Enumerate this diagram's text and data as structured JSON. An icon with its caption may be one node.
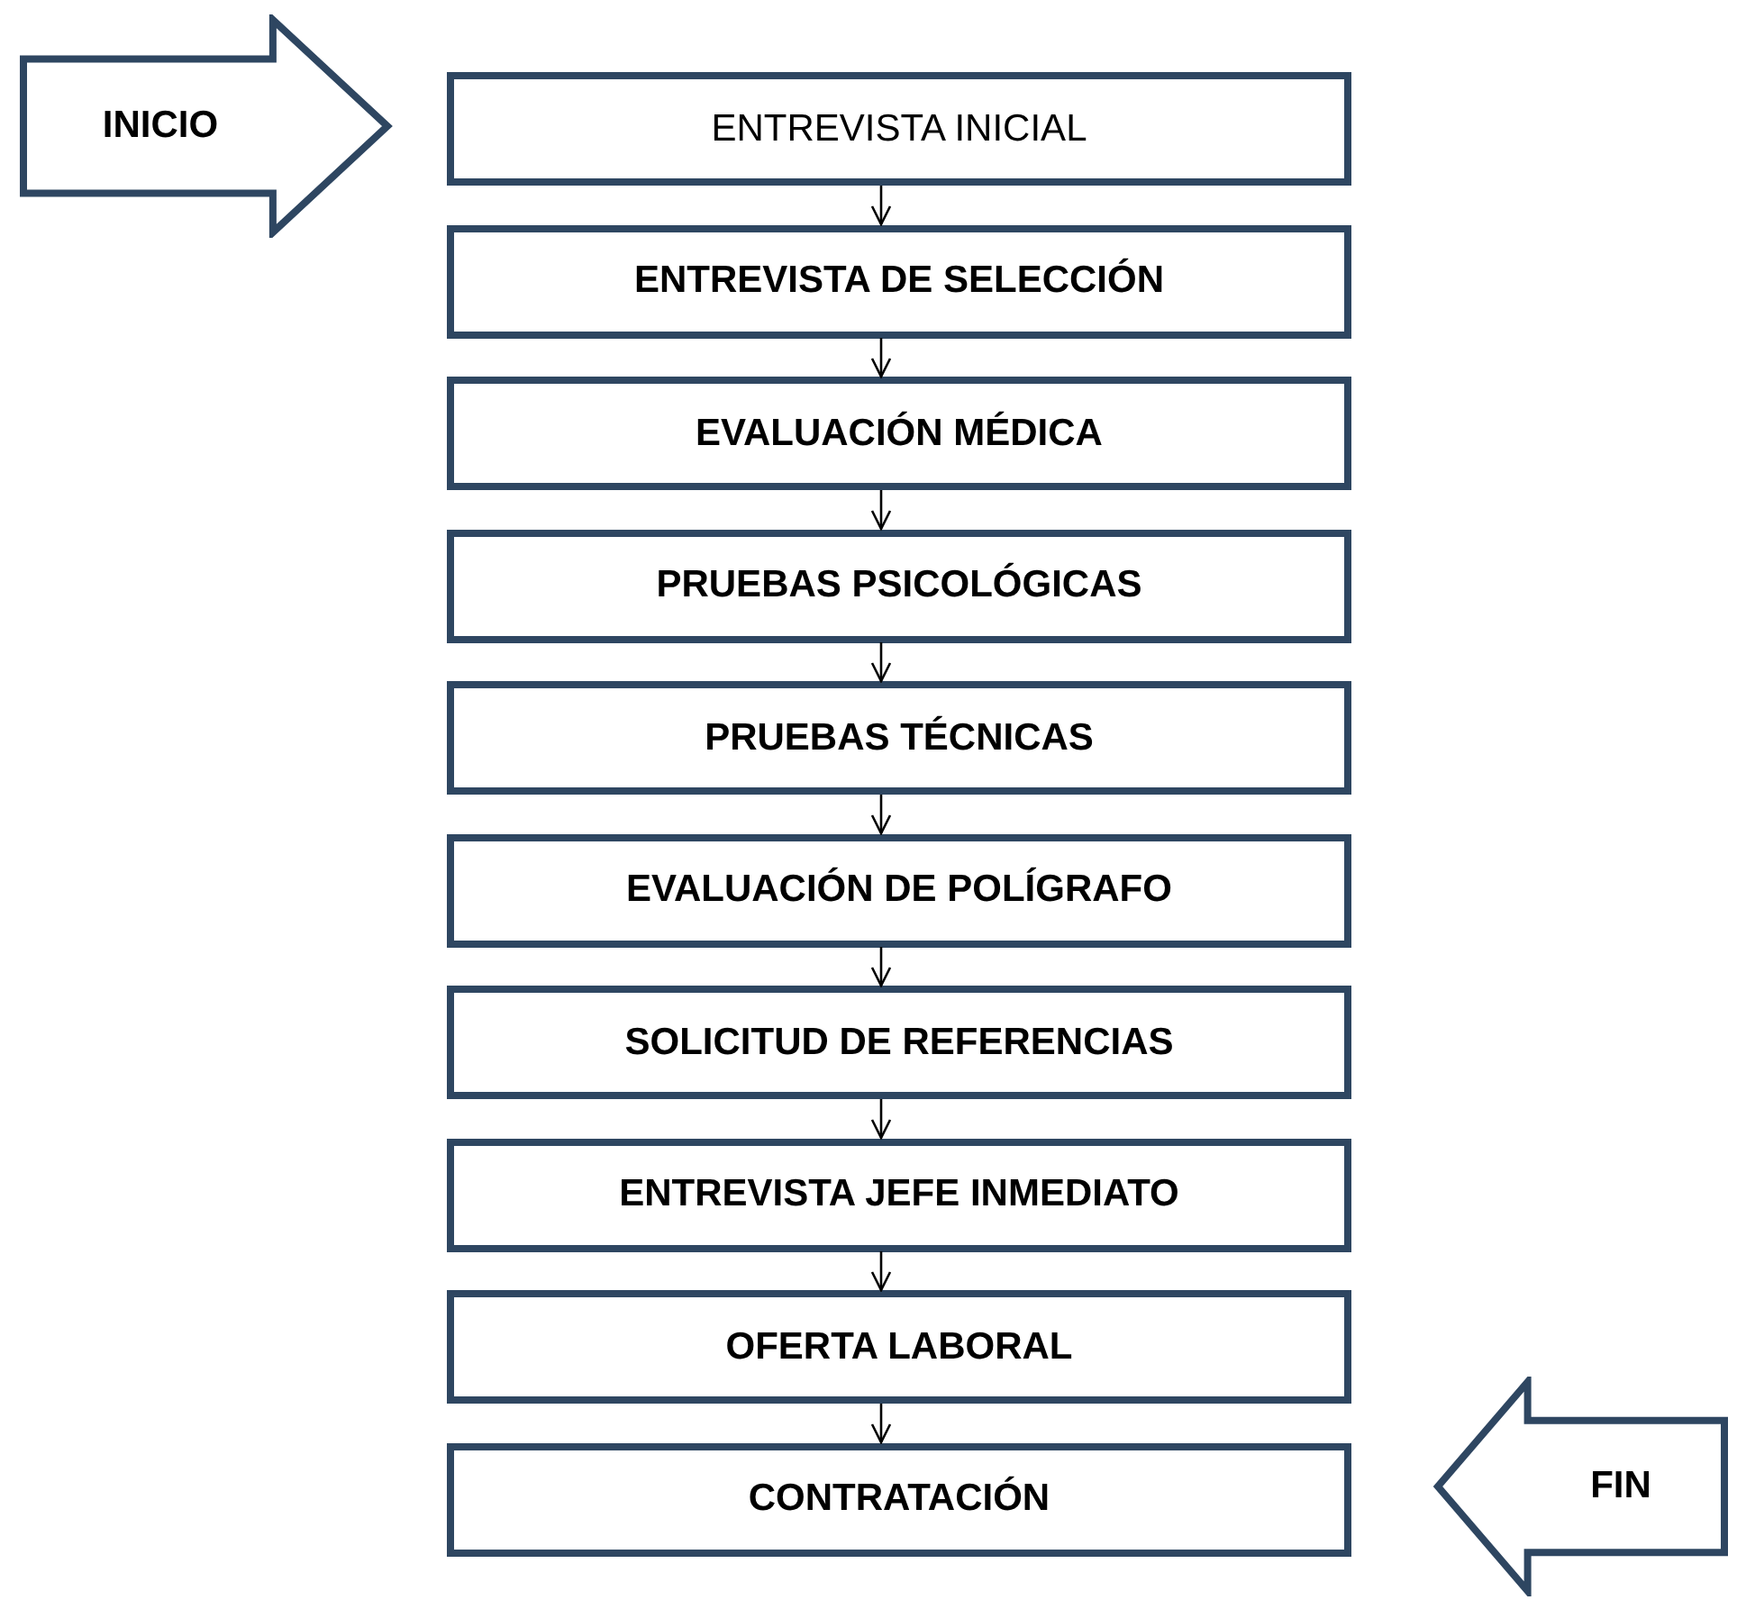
{
  "diagram": {
    "nodes": [
      {
        "text": [
          "INICIO"
        ]
      },
      {
        "text": [
          "ENTREVISTA INICIAL"
        ]
      },
      {
        "text": [
          "ENTREVISTA DE SELECCIÓN"
        ]
      },
      {
        "text": [
          "EVALUACIÓN MÉDICA"
        ]
      },
      {
        "text": [
          "PRUEBAS PSICOLÓGICAS"
        ]
      },
      {
        "text": [
          "PRUEBAS TÉCNICAS"
        ]
      },
      {
        "text": [
          "EVALUACIÓN DE POLÍGRAFO"
        ]
      },
      {
        "text": [
          "SOLICITUD DE REFERENCIAS"
        ]
      },
      {
        "text": [
          "ENTREVISTA JEFE INMEDIATO"
        ]
      },
      {
        "text": [
          "OFERTA LABORAL"
        ]
      },
      {
        "text": [
          "CONTRATACIÓN"
        ]
      },
      {
        "text": [
          "FIN"
        ]
      }
    ],
    "edges": [
      {
        "from": 1,
        "to": 2,
        "arrow": "to"
      },
      {
        "from": 2,
        "to": 3,
        "arrow": "to"
      },
      {
        "from": 3,
        "to": 4,
        "arrow": "to"
      },
      {
        "from": 4,
        "to": 5,
        "arrow": "to"
      },
      {
        "from": 5,
        "to": 6,
        "arrow": "to"
      },
      {
        "from": 6,
        "to": 7,
        "arrow": "to"
      },
      {
        "from": 7,
        "to": 8,
        "arrow": "to"
      },
      {
        "from": 8,
        "to": 9,
        "arrow": "to"
      },
      {
        "from": 9,
        "to": 10,
        "arrow": "to"
      }
    ]
  }
}
